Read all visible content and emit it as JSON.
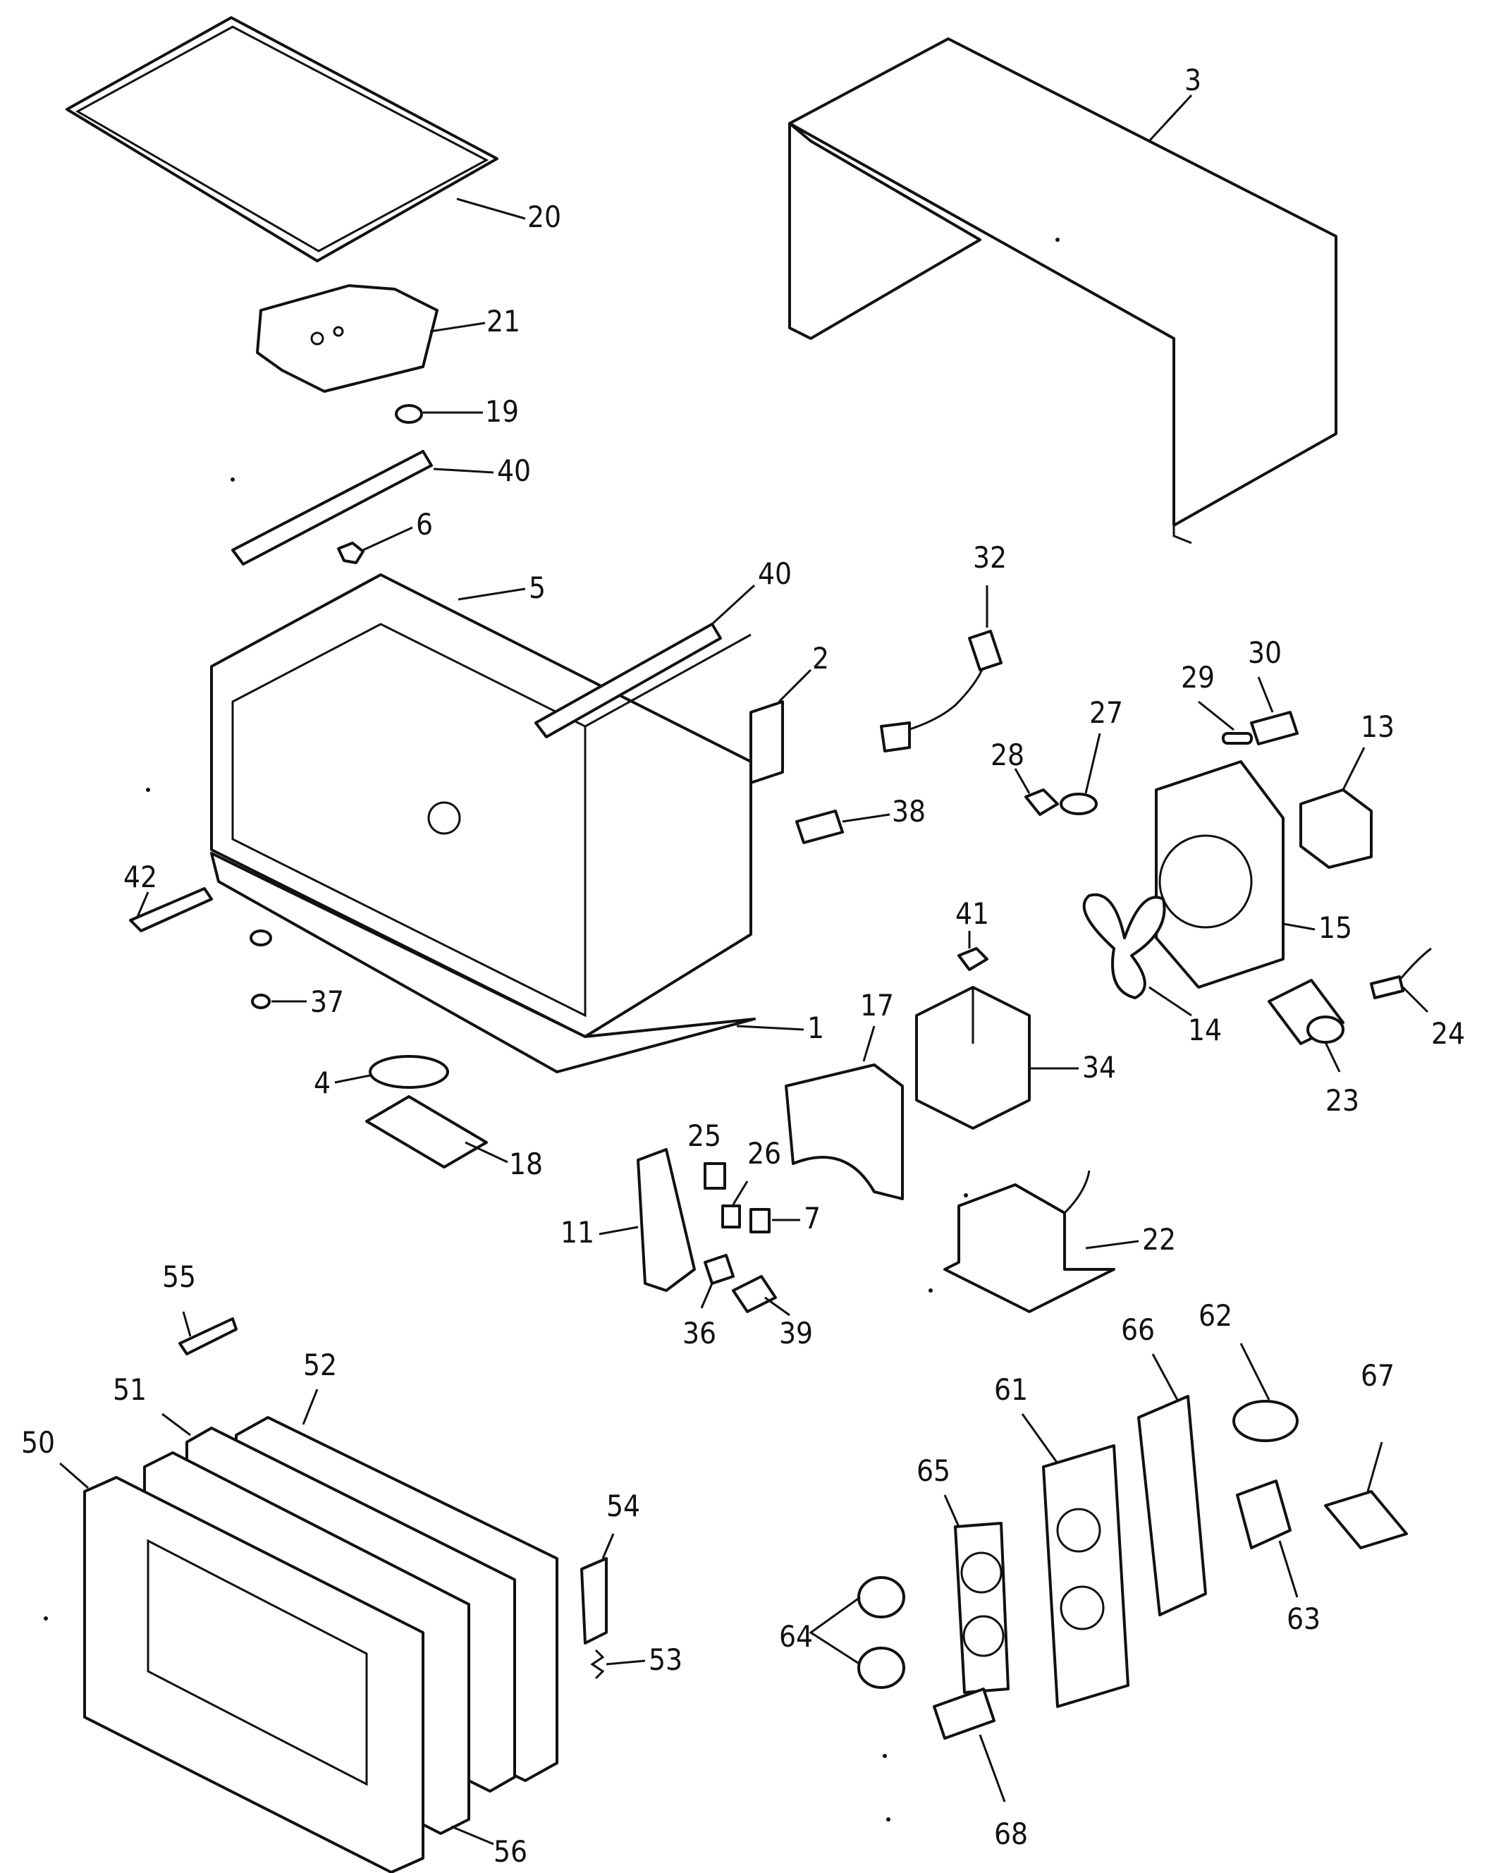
{
  "labels": {
    "l1": "1",
    "l2": "2",
    "l3": "3",
    "l4": "4",
    "l5": "5",
    "l6": "6",
    "l7": "7",
    "l11": "11",
    "l13": "13",
    "l14": "14",
    "l15": "15",
    "l17": "17",
    "l18": "18",
    "l19": "19",
    "l20": "20",
    "l21": "21",
    "l22": "22",
    "l23": "23",
    "l24": "24",
    "l25": "25",
    "l26": "26",
    "l27": "27",
    "l28": "28",
    "l29": "29",
    "l30": "30",
    "l32": "32",
    "l34": "34",
    "l36": "36",
    "l37": "37",
    "l38": "38",
    "l39": "39",
    "l40a": "40",
    "l40b": "40",
    "l41": "41",
    "l42": "42",
    "l50": "50",
    "l51": "51",
    "l52": "52",
    "l53": "53",
    "l54": "54",
    "l55": "55",
    "l56": "56",
    "l61": "61",
    "l62": "62",
    "l63": "63",
    "l64": "64",
    "l65": "65",
    "l66": "66",
    "l67": "67",
    "l68": "68"
  }
}
